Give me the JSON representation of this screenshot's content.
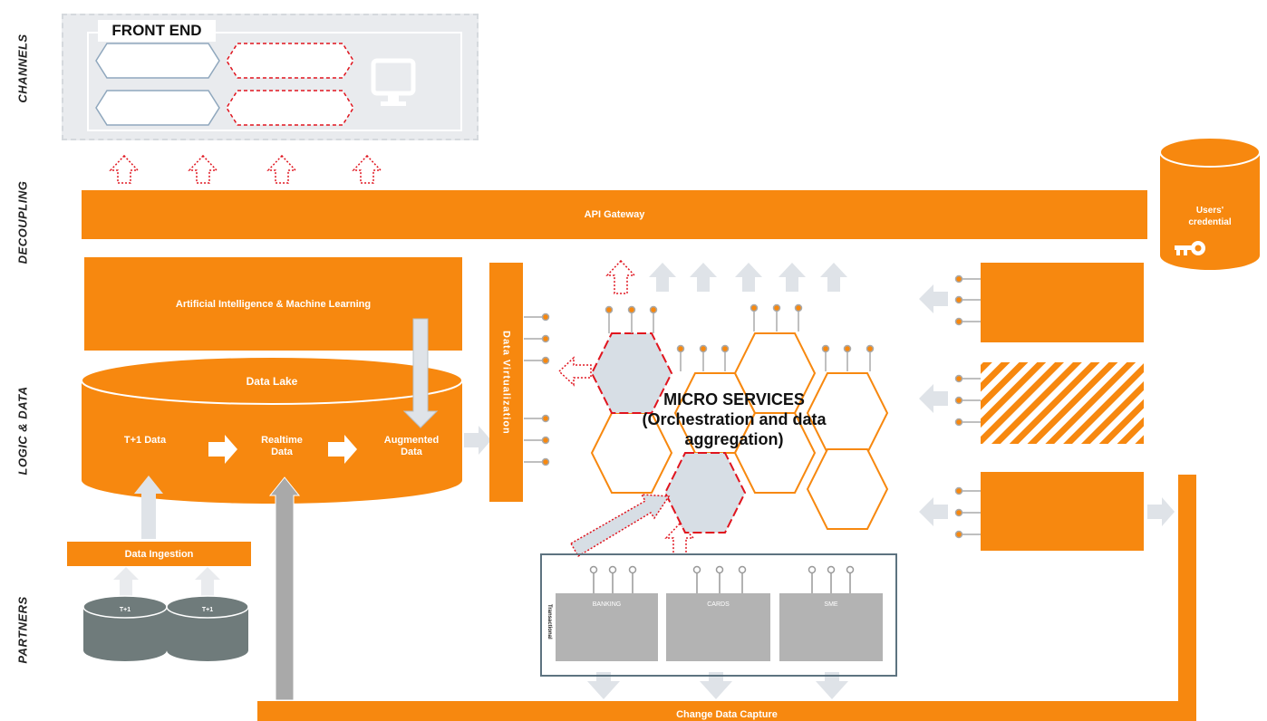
{
  "lanes": {
    "channels": "CHANNELS",
    "decoupling": "DECOUPLING",
    "logic": "LOGIC & DATA",
    "partners": "PARTNERS"
  },
  "front_end": {
    "title": "FRONT END"
  },
  "api_gateway": "API Gateway",
  "credentials": {
    "line1": "Users'",
    "line2": "credential"
  },
  "ai_ml": "Artificial Intelligence & Machine Learning",
  "data_lake": {
    "title": "Data Lake",
    "t1": "T+1 Data",
    "realtime": "Realtime\nData",
    "augmented": "Augmented\nData"
  },
  "data_virtualization": "Data Virtualization",
  "micro_services": {
    "line1": "MICRO SERVICES",
    "line2": "(Orchestration  and data",
    "line3": "aggregation)"
  },
  "data_ingestion": "Data Ingestion",
  "sources": [
    "T+1",
    "T+1"
  ],
  "transactional": {
    "label": "Transactional",
    "systems": [
      "BANKING",
      "CARDS",
      "SME"
    ]
  },
  "change_data_capture": "Change Data Capture",
  "colors": {
    "orange": "#f7880f",
    "red_dash": "#e0141e",
    "light_gray": "#dfe3e8",
    "hex_fill": "#d7dee5",
    "dark_gray": "#6f7b7b",
    "box_gray": "#b3b3b3"
  },
  "icons": [
    "monitor-icon",
    "key-icon",
    "database-icon"
  ]
}
